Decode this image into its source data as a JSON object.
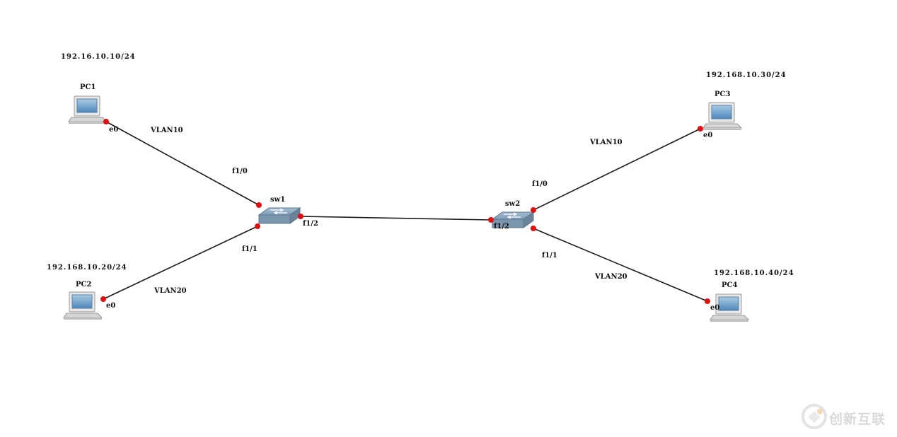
{
  "devices": {
    "pc1": {
      "name": "PC1",
      "ip": "192.16.10.10/24",
      "port": "e0"
    },
    "pc2": {
      "name": "PC2",
      "ip": "192.168.10.20/24",
      "port": "e0"
    },
    "pc3": {
      "name": "PC3",
      "ip": "192.168.10.30/24",
      "port": "e0"
    },
    "pc4": {
      "name": "PC4",
      "ip": "192.168.10.40/24",
      "port": "e0"
    },
    "sw1": {
      "name": "sw1",
      "ports": {
        "f10": "f1/0",
        "f11": "f1/1",
        "f12": "f1/2"
      }
    },
    "sw2": {
      "name": "sw2",
      "ports": {
        "f10": "f1/0",
        "f11": "f1/1",
        "f12": "f1/2"
      }
    }
  },
  "links": {
    "pc1_sw1": "VLAN10",
    "pc2_sw1": "VLAN20",
    "pc3_sw2": "VLAN10",
    "pc4_sw2": "VLAN20"
  },
  "watermark": {
    "text": "创新互联"
  },
  "colors": {
    "link": "#1a1a1a",
    "port_dot": "#e01010",
    "switch": "#7f9cb8",
    "screen": "#6f9ec6"
  }
}
